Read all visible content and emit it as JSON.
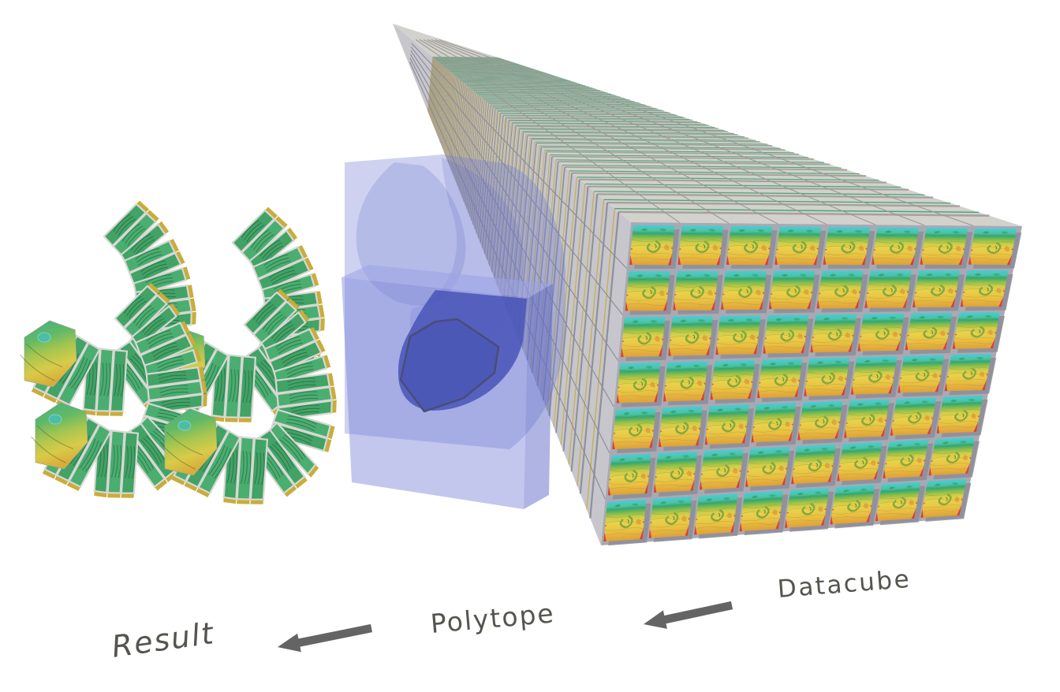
{
  "figure": {
    "background": "#ffffff"
  },
  "labels": {
    "datacube": "Datacube",
    "polytope": "Polytope",
    "result": "Result"
  },
  "arrows": [
    {
      "name": "arrow-datacube-to-polytope",
      "direction": "left"
    },
    {
      "name": "arrow-polytope-to-result",
      "direction": "left"
    }
  ],
  "datacube": {
    "grid_cols": 8,
    "grid_rows": 7,
    "depth_slices": 90
  },
  "result": {
    "stack_count": 4,
    "slices_per_stack": 20
  },
  "colors": {
    "background": "#ffffff",
    "label_text": "#55544e",
    "arrow": "#646464",
    "cube_top": "#d2d1cc",
    "cube_flank": "#c6c6cc",
    "front_gutter": "#a9a9b4",
    "cell_shadow": "#8d8d99",
    "groove_dark": "#a3a29d",
    "flank_groove": "#90909a",
    "sliver_green": "#3f9e6e",
    "sliver_yellow": "#c9ab3a",
    "map_cyan": "#49ccd6",
    "map_teal": "#3aa86e",
    "map_green": "#84bd4c",
    "map_yellow": "#e8d24b",
    "map_orange": "#e4ad3c",
    "map_red": "#d84038",
    "polytope_light": "#6f7ad4",
    "polytope_side": "#5f6ac8",
    "polytope_top": "#9aa3e6",
    "polytope_dark_blob": "#2c3aa4",
    "polytope_polygon": "#32409f",
    "polygon_stroke": "#2e2e38",
    "slice_green": "#41a366",
    "slice_green_alt": "#4aae70",
    "slice_gap": "#d8d7d3",
    "slice_contour": "#1d5a36",
    "slice_side_yellow": "#c9ac3b",
    "cap_teal": "#41b089",
    "cap_yellow": "#d9ad3a",
    "cap_lake": "#49bfae"
  }
}
